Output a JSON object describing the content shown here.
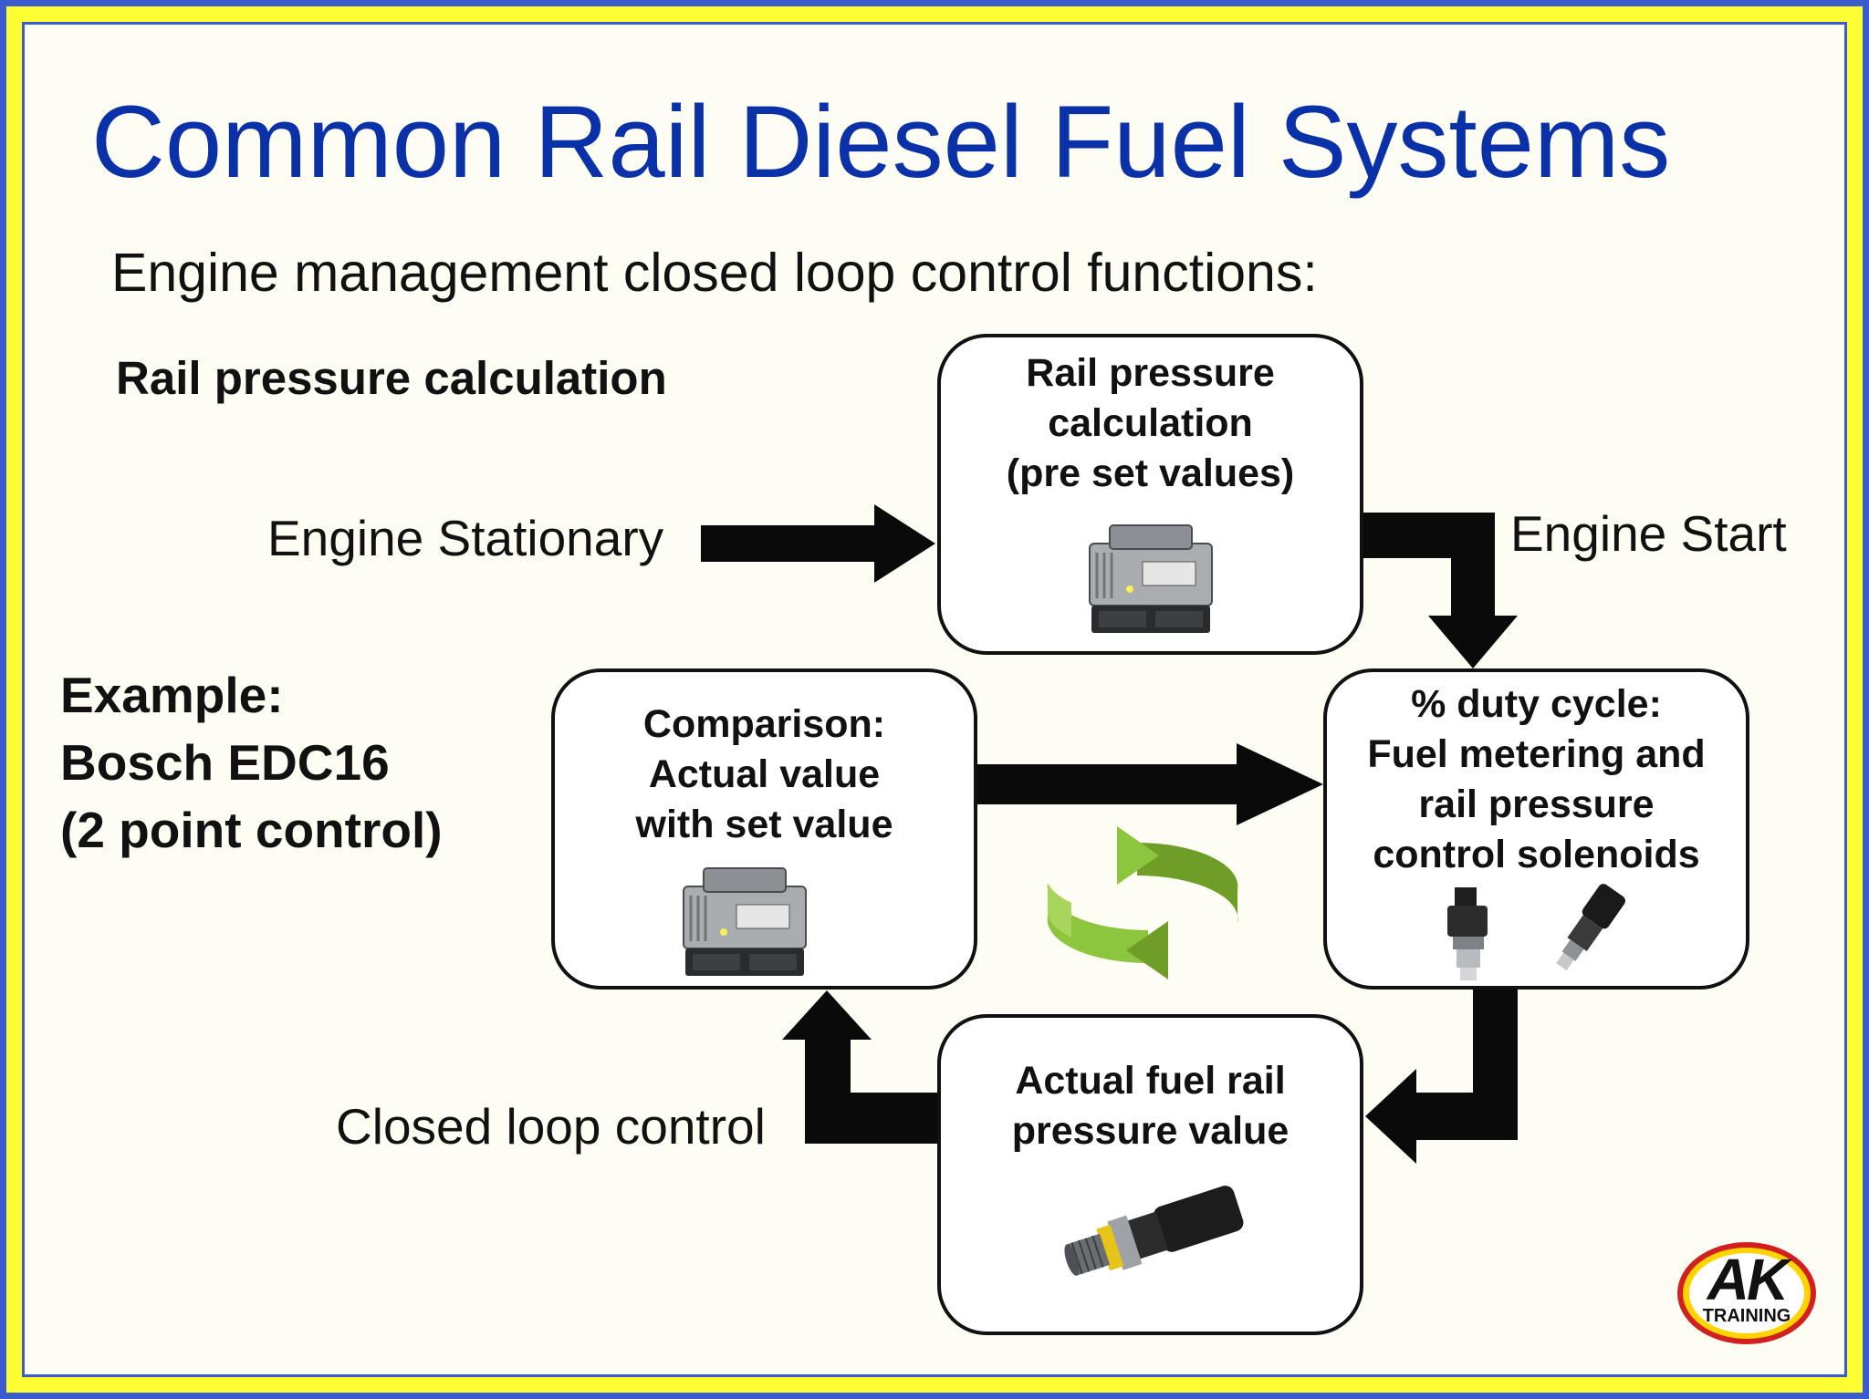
{
  "title": "Common Rail Diesel Fuel Systems",
  "subtitle": "Engine management closed loop control functions:",
  "section_heading": "Rail pressure calculation",
  "example": {
    "line1": "Example:",
    "line2": "Bosch EDC16",
    "line3": "(2 point control)"
  },
  "labels": {
    "engine_stationary": "Engine Stationary",
    "engine_start": "Engine Start",
    "closed_loop": "Closed loop control"
  },
  "boxes": {
    "rail_calc": [
      "Rail pressure",
      "calculation",
      "(pre set values)"
    ],
    "comparison": [
      "Comparison:",
      "Actual value",
      "with set value"
    ],
    "duty_cycle": [
      "% duty cycle:",
      "Fuel metering and",
      "rail pressure",
      "control solenoids"
    ],
    "actual_pressure": [
      "Actual fuel rail",
      "pressure value"
    ]
  },
  "logo": {
    "main": "AK",
    "sub": "TRAINING"
  },
  "colors": {
    "title": "#0a31a8",
    "frame_blue": "#3a5ccc",
    "frame_yellow": "#ffff33",
    "cycle_green": "#8cc63f",
    "logo_red": "#d21f1f",
    "logo_yellow": "#ffd400"
  },
  "icons": {
    "ecu": "ecu-module-icon",
    "solenoid": "solenoid-valve-icon",
    "sensor": "pressure-sensor-icon",
    "cycle": "recycle-arrows-icon"
  }
}
